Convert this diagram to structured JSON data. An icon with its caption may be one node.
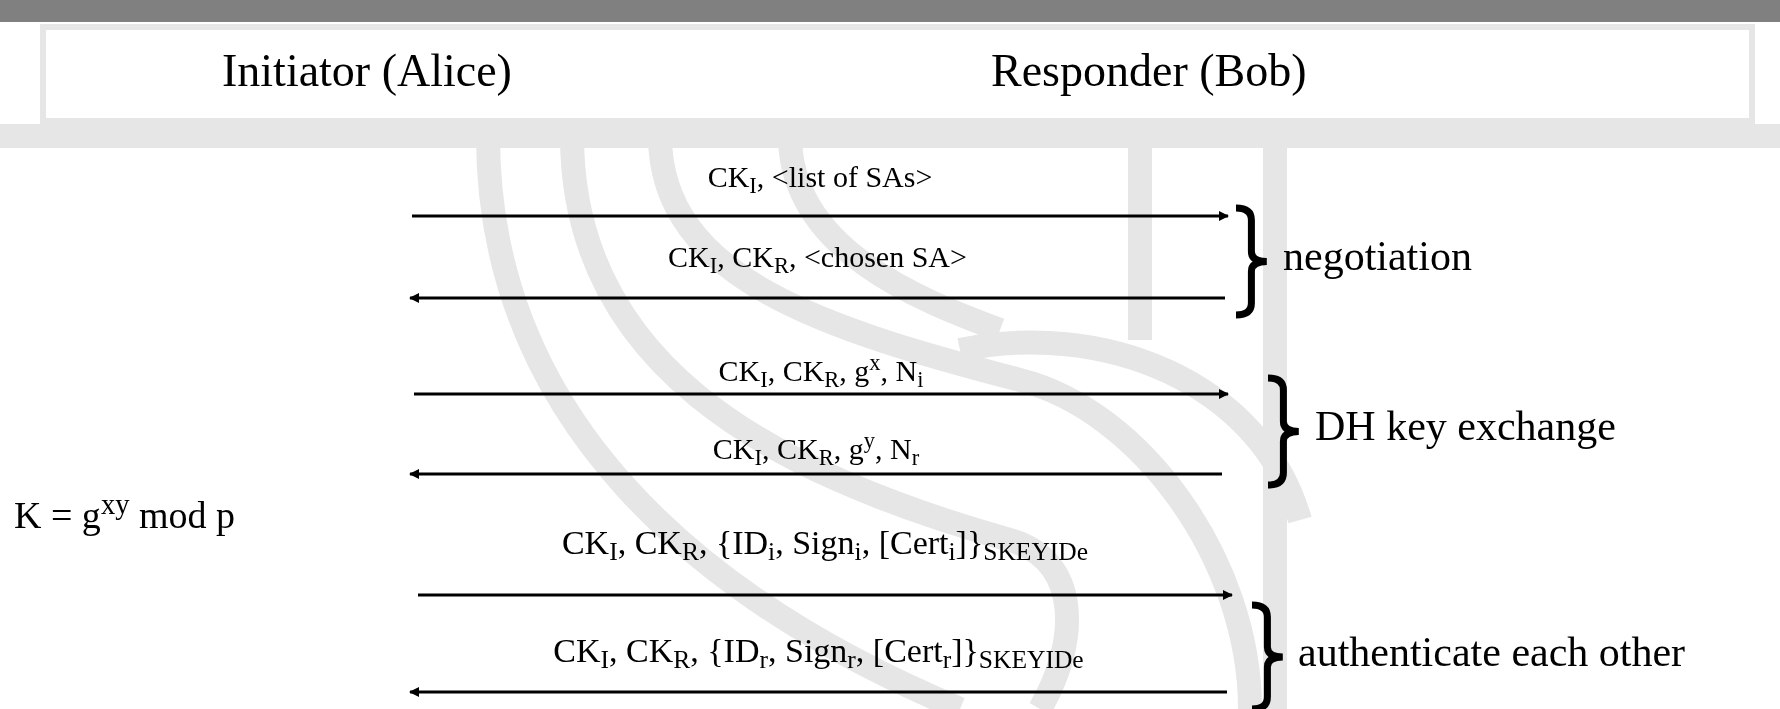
{
  "diagram": {
    "nodes": [
      {
        "text": [],
        "shape": "bar"
      },
      {
        "text": [
          "Initiator (Alice)",
          "Responder (Bob)"
        ]
      }
    ],
    "edges": [],
    "labels": [
      "CK$_{I}$, <list of SAs>",
      "CK$_{I}$, CK$_{R}$, <chosen SA>",
      "negotiation",
      "CK$_{I}$, CK$_{R}$, g$^{x}$, N$_{i}$",
      "CK$_{I}$, CK$_{R}$, g$^{y}$, N$_{r}$",
      "DH key exchange",
      "K = g$^{xy}$ mod p",
      "CK$_{I}$, CK$_{R}$, {ID$_{i}$, Sign$_{i}$, [Cert$_{i}$]}$_{SKEYID}$$_{e}$",
      "CK$_{I}$, CK$_{R}$, {ID$_{r}$, Sign$_{r}$, [Cert$_{r}$]}$_{SKEYID}$$_{e}$",
      "authenticate each other"
    ]
  }
}
